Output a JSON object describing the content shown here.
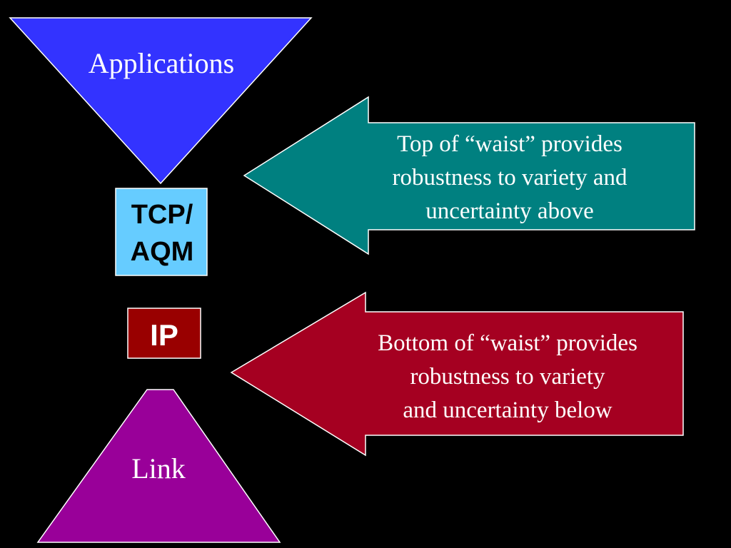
{
  "layers": {
    "top": {
      "label": "Applications",
      "color": "#3333ff"
    },
    "tcp": {
      "line1": "TCP/",
      "line2": "AQM",
      "color": "#66ccff"
    },
    "ip": {
      "label": "IP",
      "color": "#990000"
    },
    "bottom": {
      "label": "Link",
      "color": "#990099"
    }
  },
  "callouts": {
    "top": {
      "lines": [
        "Top of “waist” provides",
        "robustness to variety and",
        "uncertainty above"
      ],
      "color": "#008080"
    },
    "bottom": {
      "lines": [
        "Bottom of “waist” provides",
        "robustness to variety",
        "and uncertainty below"
      ],
      "color": "#a50021"
    }
  }
}
